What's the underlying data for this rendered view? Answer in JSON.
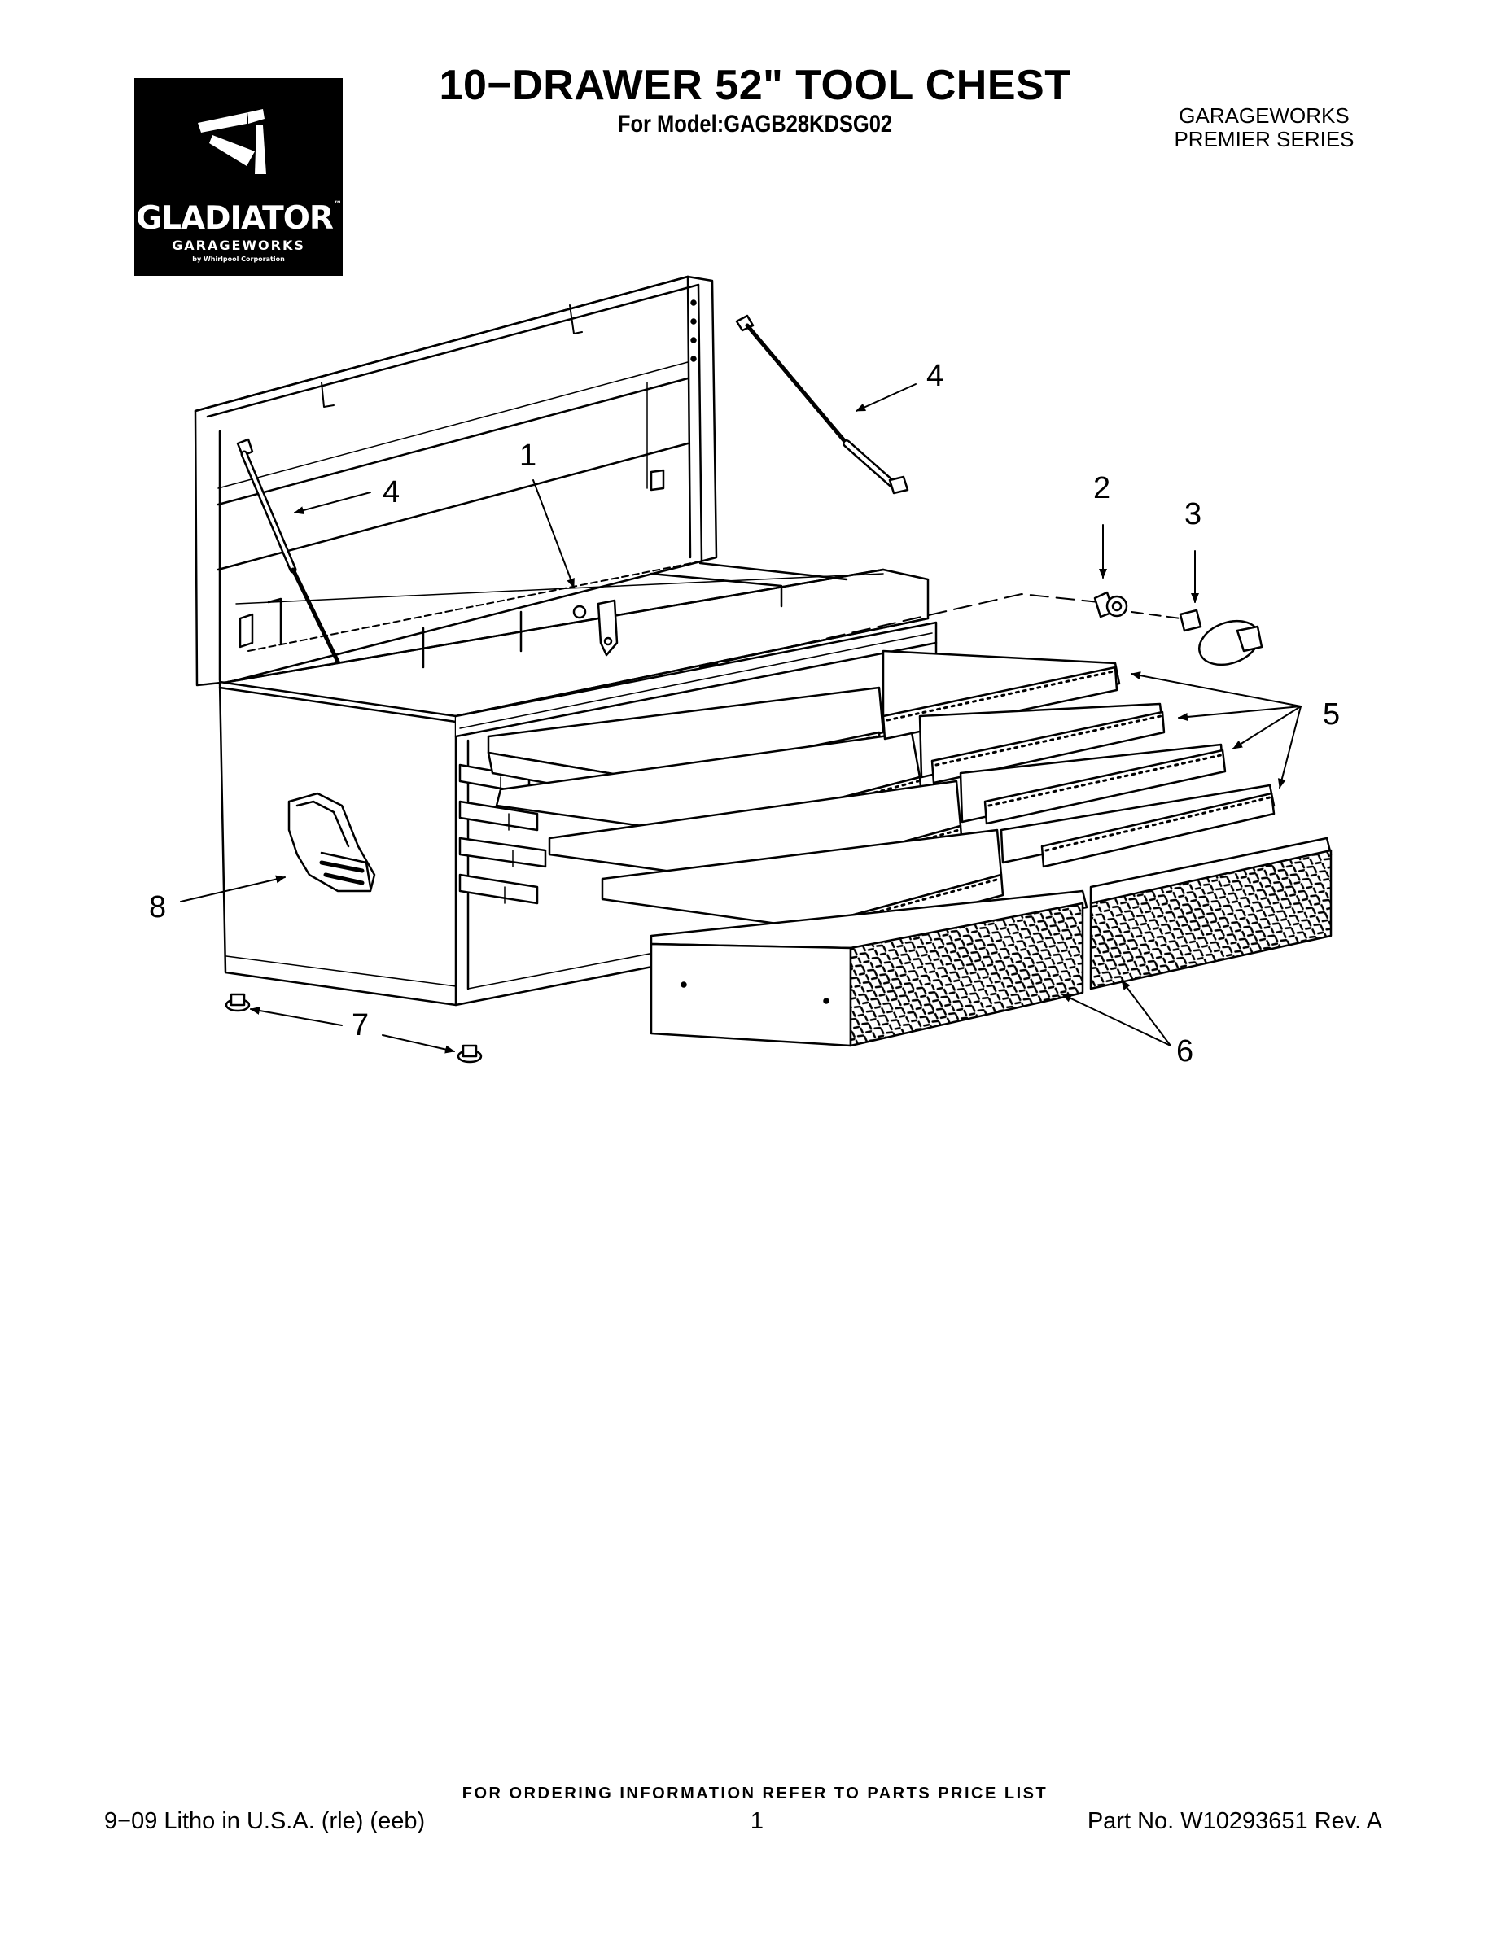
{
  "header": {
    "title": "10−DRAWER 52\" TOOL CHEST",
    "subtitle": "For Model:GAGB28KDSG02",
    "series_line1": "GARAGEWORKS",
    "series_line2": "PREMIER SERIES"
  },
  "logo": {
    "brand": "GLADIATOR",
    "tm": "™",
    "sub": "GARAGEWORKS",
    "tiny": "by Whirlpool Corporation"
  },
  "callouts": {
    "c1": "1",
    "c2": "2",
    "c3": "3",
    "c4a": "4",
    "c4b": "4",
    "c5": "5",
    "c6": "6",
    "c7": "7",
    "c8": "8"
  },
  "footer": {
    "note": "FOR ORDERING INFORMATION REFER TO PARTS PRICE LIST",
    "left": "9−09 Litho in U.S.A. (rle) (eeb)",
    "page": "1",
    "part": "Part No. W10293651 Rev. A"
  }
}
